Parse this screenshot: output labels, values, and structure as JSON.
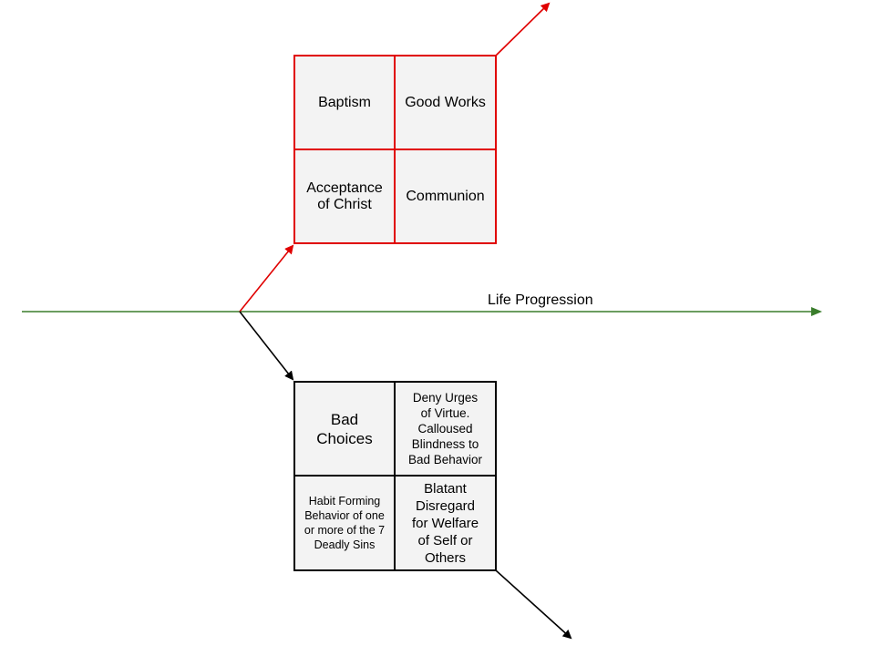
{
  "timeline": {
    "label": "Life Progression"
  },
  "upper_path": {
    "cells": {
      "baptism": "Baptism",
      "good_works": "Good Works",
      "acceptance": "Acceptance\nof Christ",
      "communion": "Communion"
    }
  },
  "lower_path": {
    "cells": {
      "bad_choices": "Bad\nChoices",
      "deny_urges": "Deny Urges\nof Virtue.\nCalloused\nBlindness to\nBad Behavior",
      "habit_forming": "Habit Forming\nBehavior of one\nor more of the 7\nDeadly Sins",
      "blatant_disregard": "Blatant\nDisregard\nfor Welfare\nof Self or\nOthers"
    }
  },
  "colors": {
    "good": "#e00000",
    "bad": "#000000",
    "timeline": "#3a7d2c",
    "cell_fill": "#f3f3f3"
  }
}
